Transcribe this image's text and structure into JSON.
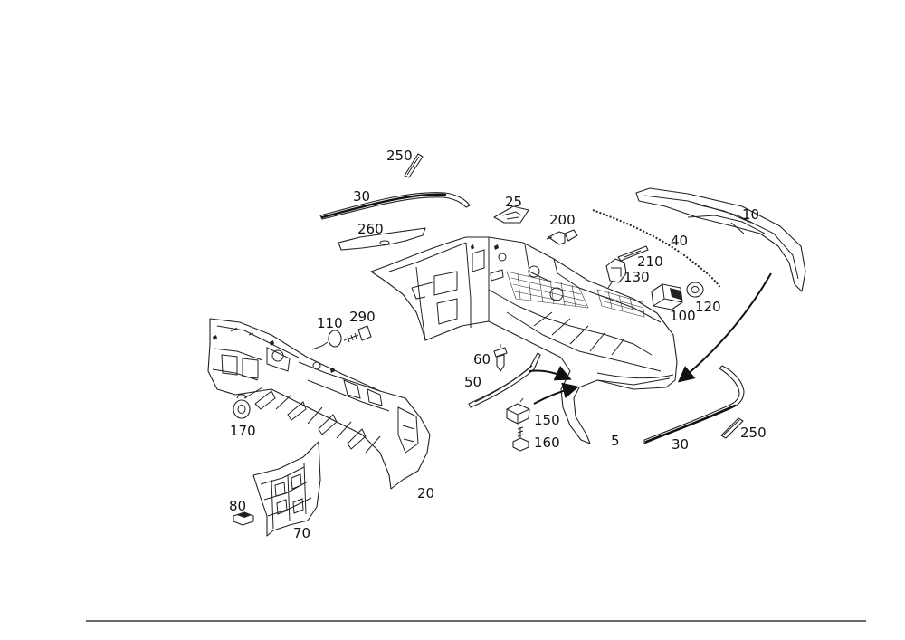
{
  "colors": {
    "ink": "#222222",
    "background": "#ffffff"
  },
  "labels": {
    "p250a": "250",
    "p30a": "30",
    "p260": "260",
    "p25": "25",
    "p200": "200",
    "p40": "40",
    "p10": "10",
    "p210": "210",
    "p130": "130",
    "p120": "120",
    "p100": "100",
    "p110": "110",
    "p290": "290",
    "p60": "60",
    "p50": "50",
    "p150": "150",
    "p160": "160",
    "p5": "5",
    "p30b": "30",
    "p250b": "250",
    "p170": "170",
    "p20": "20",
    "p80": "80",
    "p70": "70"
  }
}
